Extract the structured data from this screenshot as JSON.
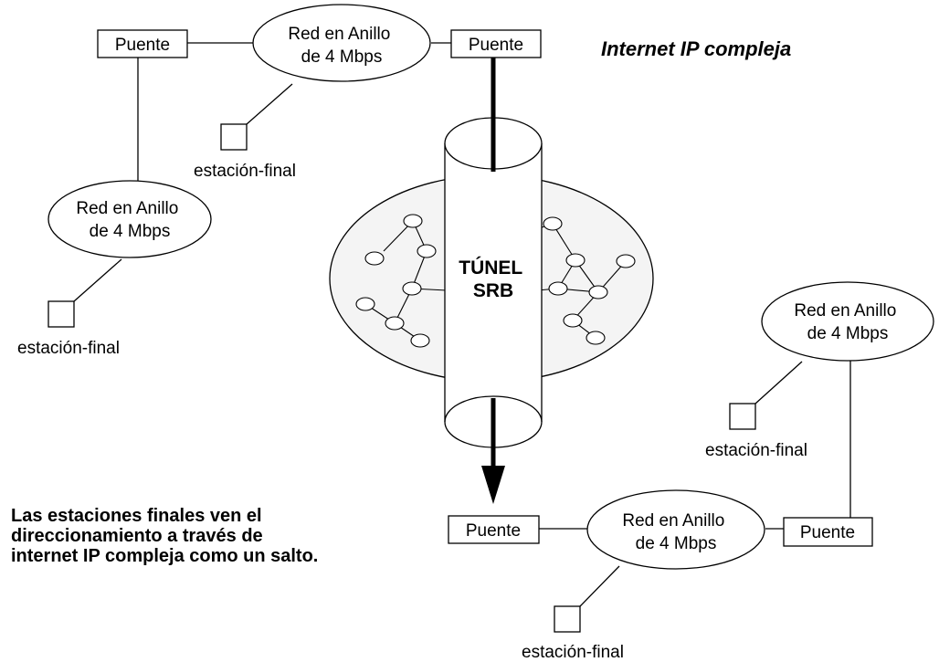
{
  "title": "Internet IP compleja",
  "tunnel": {
    "line1": "TÚNEL",
    "line2": "SRB"
  },
  "bridge_label": "Puente",
  "ring_line1": "Red en Anillo",
  "ring_line2": "de 4 Mbps",
  "station_label": "estación-final",
  "caption": [
    "Las estaciones finales ven el",
    "direccionamiento a través de",
    "internet IP compleja como un salto."
  ],
  "colors": {
    "stroke": "#000000",
    "background": "#ffffff"
  }
}
